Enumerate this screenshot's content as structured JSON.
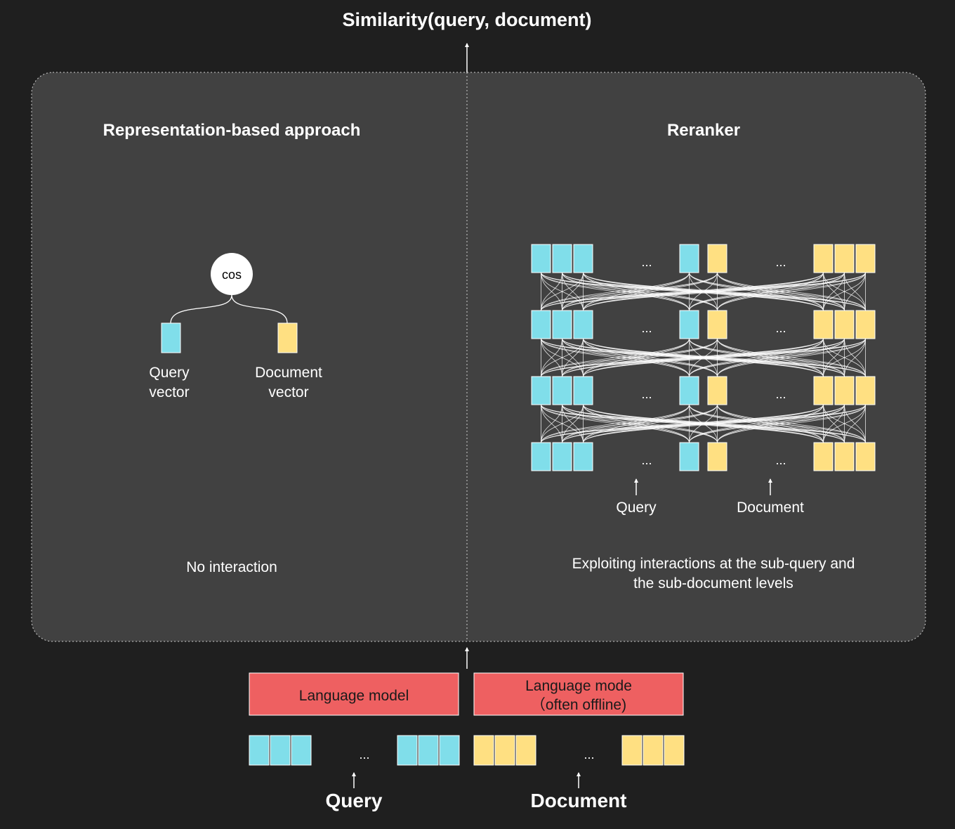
{
  "title": "Similarity(query, document)",
  "left_panel": {
    "heading": "Representation-based approach",
    "cos_label": "cos",
    "query_vector_label": [
      "Query",
      "vector"
    ],
    "document_vector_label": [
      "Document",
      "vector"
    ],
    "caption": "No interaction"
  },
  "right_panel": {
    "heading": "Reranker",
    "ellipsis": "...",
    "query_label": "Query",
    "document_label": "Document",
    "caption": [
      "Exploiting interactions at the sub-query and",
      "the sub-document levels"
    ]
  },
  "bottom": {
    "lm_query_label": "Language model",
    "lm_doc_label": [
      "Language mode",
      "（often offline)"
    ],
    "ellipsis": "...",
    "query_label": "Query",
    "document_label": "Document"
  },
  "colors": {
    "background": "#1f1f1f",
    "panel": "#414141",
    "query_token": "#80deea",
    "document_token": "#ffe082",
    "language_model": "#ee6061",
    "text": "#ffffff"
  }
}
